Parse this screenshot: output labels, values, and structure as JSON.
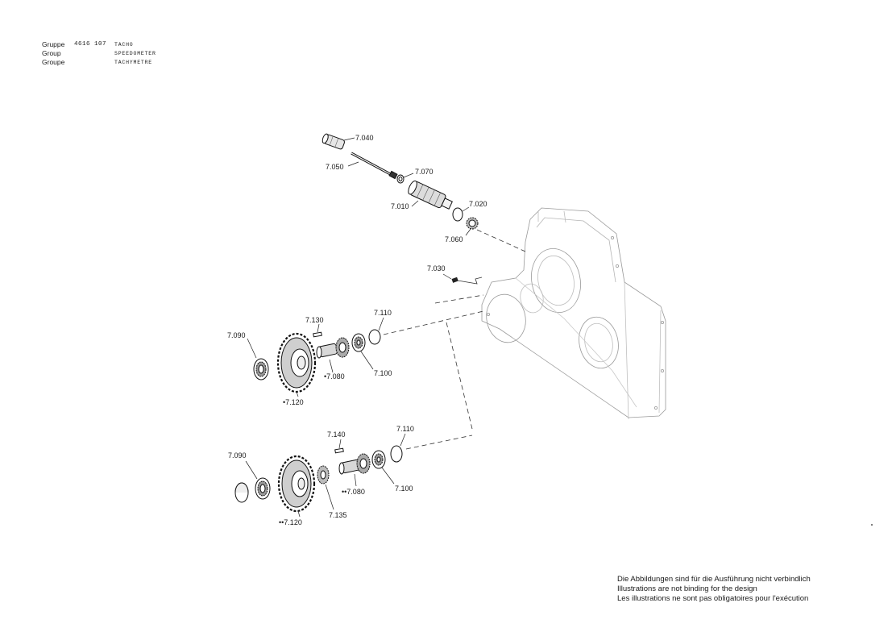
{
  "header": {
    "rows": [
      {
        "label": "Gruppe",
        "number": "4616 107",
        "name": "TACHO"
      },
      {
        "label": "Group",
        "number": "",
        "name": "SPEEDOMETER"
      },
      {
        "label": "Groupe",
        "number": "",
        "name": "TACHYMETRE"
      }
    ]
  },
  "callouts": {
    "c7040": "7.040",
    "c7050": "7.050",
    "c7070": "7.070",
    "c7010": "7.010",
    "c7020": "7.020",
    "c7060": "7.060",
    "c7030": "7.030",
    "c7130": "7.130",
    "c7110a": "7.110",
    "c7090a": "7.090",
    "c7080a": "•7.080",
    "c7100a": "7.100",
    "c7120a": "•7.120",
    "c7140": "7.140",
    "c7110b": "7.110",
    "c7090b": "7.090",
    "c7080b": "••7.080",
    "c7100b": "7.100",
    "c7135": "7.135",
    "c7120b": "••7.120"
  },
  "disclaimer": {
    "de": "Die Abbildungen sind für die Ausführung nicht verbindlich",
    "en": "Illustrations are not binding for the design",
    "fr": "Les illustrations ne sont pas obligatoires pour l'exécution"
  }
}
